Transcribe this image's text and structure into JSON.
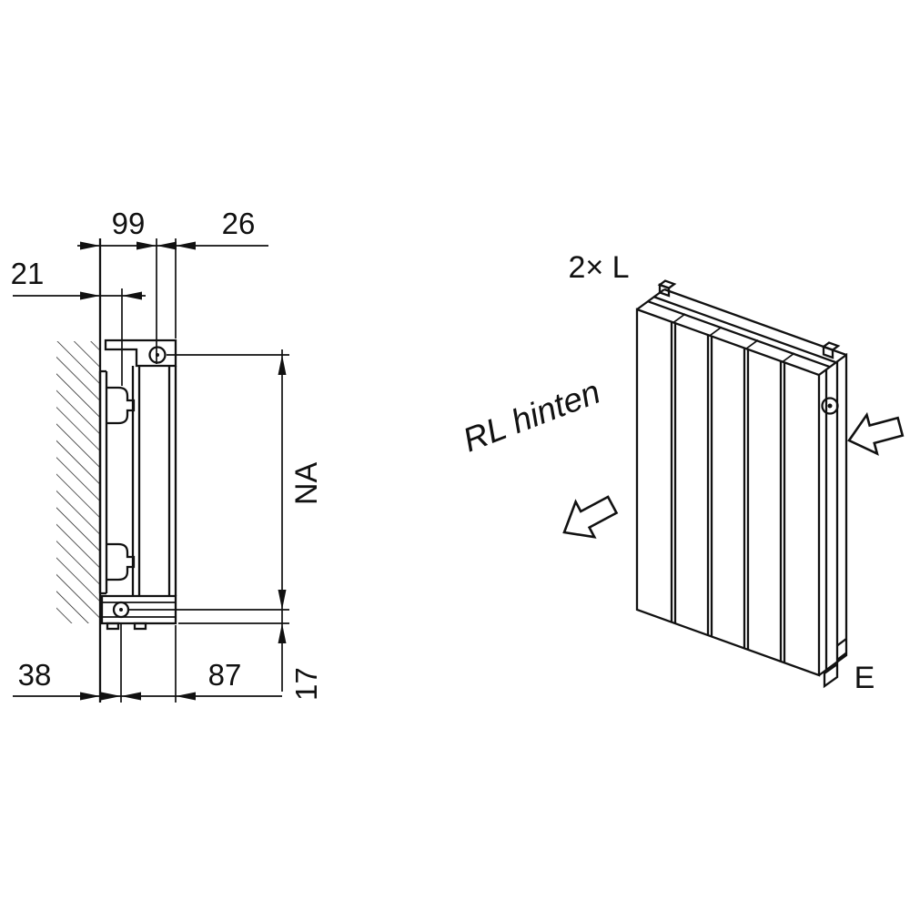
{
  "drawing": {
    "left_view": {
      "dims": {
        "w99": "99",
        "w26": "26",
        "w21": "21",
        "na": "NA",
        "w38": "38",
        "w87": "87",
        "h17": "17"
      }
    },
    "right_view": {
      "labels": {
        "connections": "2× L",
        "flow": "RL hinten",
        "drain": "E"
      }
    },
    "colors": {
      "line": "#111111",
      "background": "#ffffff"
    }
  }
}
